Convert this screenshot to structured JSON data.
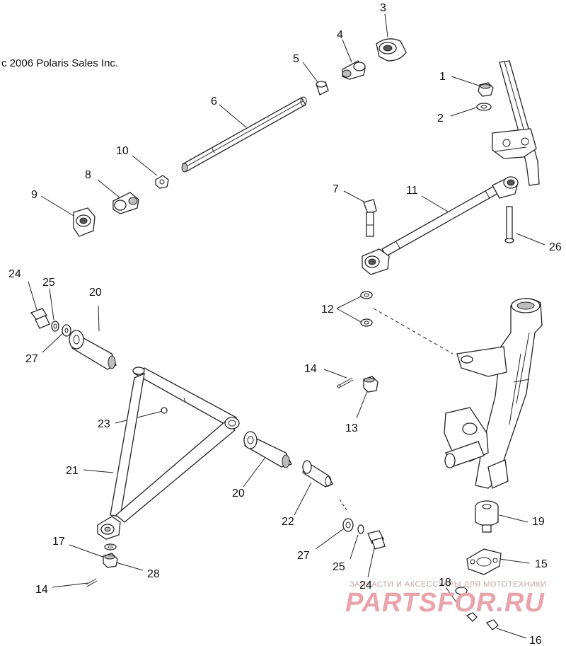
{
  "copyright": "c 2006 Polaris Sales Inc.",
  "watermark": {
    "caption": "ЗАПЧАСТИ И АКСЕССУАРЫ ДЛЯ МОТОТЕХНИКИ",
    "brand": "PARTSFOR.RU",
    "color": "#e9a3ab"
  },
  "callouts": [
    {
      "id": "c1",
      "text": "1"
    },
    {
      "id": "c2",
      "text": "2"
    },
    {
      "id": "c3",
      "text": "3"
    },
    {
      "id": "c4",
      "text": "4"
    },
    {
      "id": "c5",
      "text": "5"
    },
    {
      "id": "c6",
      "text": "6"
    },
    {
      "id": "c7",
      "text": "7"
    },
    {
      "id": "c8",
      "text": "8"
    },
    {
      "id": "c9",
      "text": "9"
    },
    {
      "id": "c10",
      "text": "10"
    },
    {
      "id": "c11",
      "text": "11"
    },
    {
      "id": "c12",
      "text": "12"
    },
    {
      "id": "c13",
      "text": "13"
    },
    {
      "id": "c14a",
      "text": "14"
    },
    {
      "id": "c14b",
      "text": "14"
    },
    {
      "id": "c15",
      "text": "15"
    },
    {
      "id": "c16",
      "text": "16"
    },
    {
      "id": "c17",
      "text": "17"
    },
    {
      "id": "c18",
      "text": "18"
    },
    {
      "id": "c19",
      "text": "19"
    },
    {
      "id": "c20a",
      "text": "20"
    },
    {
      "id": "c20b",
      "text": "20"
    },
    {
      "id": "c21",
      "text": "21"
    },
    {
      "id": "c22",
      "text": "22"
    },
    {
      "id": "c23",
      "text": "23"
    },
    {
      "id": "c24a",
      "text": "24"
    },
    {
      "id": "c24b",
      "text": "24"
    },
    {
      "id": "c25a",
      "text": "25"
    },
    {
      "id": "c25b",
      "text": "25"
    },
    {
      "id": "c26",
      "text": "26"
    },
    {
      "id": "c27a",
      "text": "27"
    },
    {
      "id": "c27b",
      "text": "27"
    },
    {
      "id": "c28",
      "text": "28"
    }
  ]
}
